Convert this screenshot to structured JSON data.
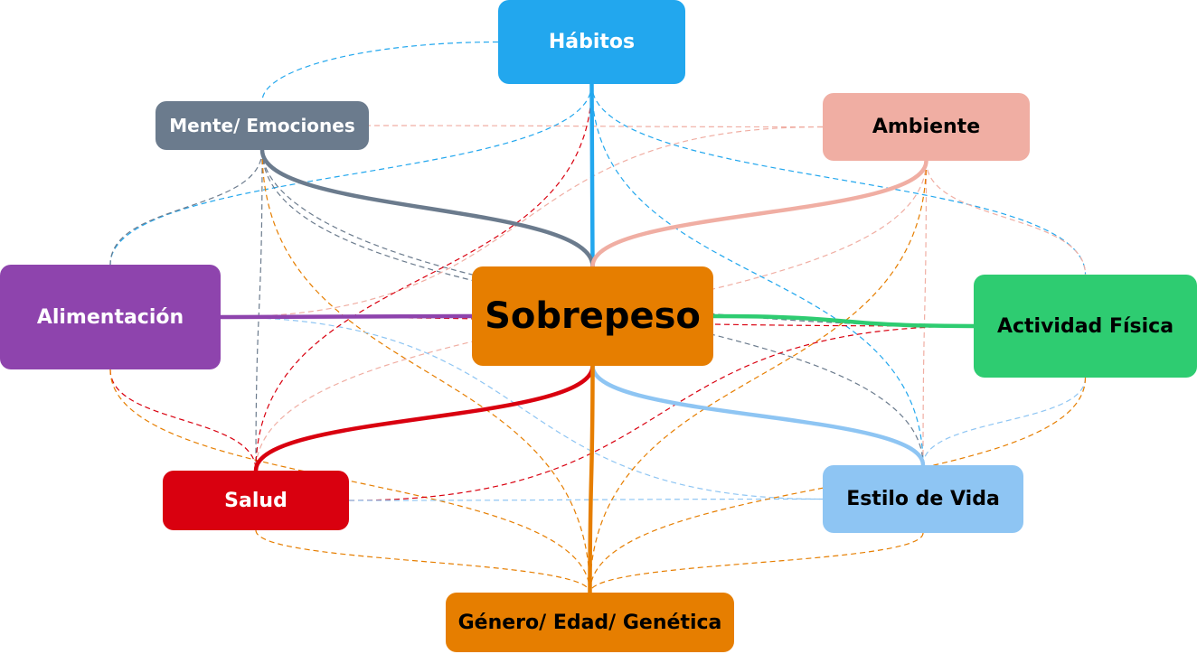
{
  "nodes": {
    "sobrepeso": {
      "label": "Sobrepeso",
      "color": "#e67e00",
      "text_color": "#000000"
    },
    "habitos": {
      "label": "Hábitos",
      "color": "#22a7ee",
      "text_color": "#ffffff"
    },
    "mente": {
      "label": "Mente/ Emociones",
      "color": "#6b7b8d",
      "text_color": "#ffffff"
    },
    "ambiente": {
      "label": "Ambiente",
      "color": "#f0aea3",
      "text_color": "#000000"
    },
    "alimentacion": {
      "label": "Alimentación",
      "color": "#8e44ad",
      "text_color": "#ffffff"
    },
    "actividad": {
      "label": "Actividad Física",
      "color": "#2ecc71",
      "text_color": "#000000"
    },
    "salud": {
      "label": "Salud",
      "color": "#d9000f",
      "text_color": "#ffffff"
    },
    "estilo": {
      "label": "Estilo de Vida",
      "color": "#8ec5f3",
      "text_color": "#000000"
    },
    "genero": {
      "label": "Género/ Edad/ Genética",
      "color": "#e67e00",
      "text_color": "#000000"
    }
  },
  "connections": {
    "main": [
      {
        "from": "sobrepeso",
        "to": "habitos",
        "color": "#22a7ee"
      },
      {
        "from": "sobrepeso",
        "to": "mente",
        "color": "#6b7b8d"
      },
      {
        "from": "sobrepeso",
        "to": "ambiente",
        "color": "#f0aea3"
      },
      {
        "from": "sobrepeso",
        "to": "alimentacion",
        "color": "#8e44ad"
      },
      {
        "from": "sobrepeso",
        "to": "actividad",
        "color": "#2ecc71"
      },
      {
        "from": "sobrepeso",
        "to": "salud",
        "color": "#d9000f"
      },
      {
        "from": "sobrepeso",
        "to": "estilo",
        "color": "#8ec5f3"
      },
      {
        "from": "sobrepeso",
        "to": "genero",
        "color": "#e67e00"
      }
    ],
    "dashed": [
      {
        "from": "habitos",
        "to": "mente",
        "color": "#22a7ee"
      },
      {
        "from": "habitos",
        "to": "alimentacion",
        "color": "#22a7ee"
      },
      {
        "from": "habitos",
        "to": "estilo",
        "color": "#22a7ee"
      },
      {
        "from": "habitos",
        "to": "actividad",
        "color": "#22a7ee"
      },
      {
        "from": "mente",
        "to": "alimentacion",
        "color": "#6b7b8d"
      },
      {
        "from": "mente",
        "to": "salud",
        "color": "#6b7b8d"
      },
      {
        "from": "mente",
        "to": "actividad",
        "color": "#6b7b8d"
      },
      {
        "from": "mente",
        "to": "estilo",
        "color": "#6b7b8d"
      },
      {
        "from": "mente",
        "to": "genero",
        "color": "#e67e00"
      },
      {
        "from": "ambiente",
        "to": "mente",
        "color": "#f0aea3"
      },
      {
        "from": "ambiente",
        "to": "alimentacion",
        "color": "#f0aea3"
      },
      {
        "from": "ambiente",
        "to": "salud",
        "color": "#f0aea3"
      },
      {
        "from": "ambiente",
        "to": "actividad",
        "color": "#f0aea3"
      },
      {
        "from": "ambiente",
        "to": "estilo",
        "color": "#f0aea3"
      },
      {
        "from": "alimentacion",
        "to": "salud",
        "color": "#d9000f"
      },
      {
        "from": "alimentacion",
        "to": "genero",
        "color": "#e67e00"
      },
      {
        "from": "alimentacion",
        "to": "estilo",
        "color": "#8ec5f3"
      },
      {
        "from": "salud",
        "to": "habitos",
        "color": "#d9000f"
      },
      {
        "from": "salud",
        "to": "actividad",
        "color": "#d9000f"
      },
      {
        "from": "salud",
        "to": "estilo",
        "color": "#8ec5f3"
      },
      {
        "from": "salud",
        "to": "genero",
        "color": "#e67e00"
      },
      {
        "from": "actividad",
        "to": "alimentacion",
        "color": "#d9000f"
      },
      {
        "from": "actividad",
        "to": "estilo",
        "color": "#8ec5f3"
      },
      {
        "from": "actividad",
        "to": "genero",
        "color": "#e67e00"
      },
      {
        "from": "estilo",
        "to": "genero",
        "color": "#e67e00"
      },
      {
        "from": "ambiente",
        "to": "genero",
        "color": "#e67e00"
      },
      {
        "from": "sobrepeso",
        "to": "actividad",
        "color": "#2ecc71"
      }
    ]
  }
}
